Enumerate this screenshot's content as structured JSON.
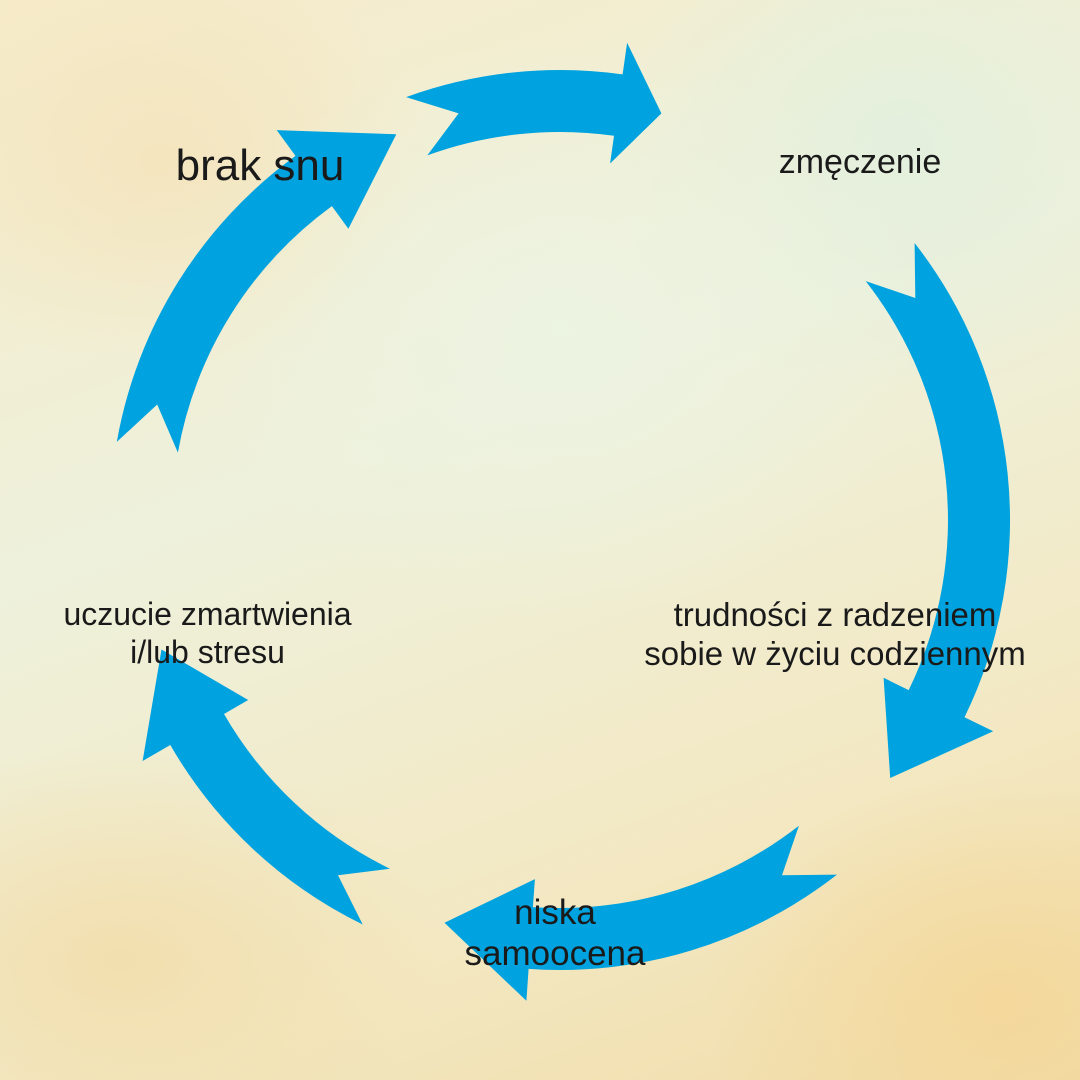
{
  "diagram": {
    "accent_color": "#00a3df",
    "nodes": [
      {
        "lines": [
          "brak snu"
        ]
      },
      {
        "lines": [
          "zmęczenie"
        ]
      },
      {
        "lines": [
          "trudności z radzeniem",
          "sobie w życiu codziennym"
        ]
      },
      {
        "lines": [
          "niska",
          "samoocena"
        ]
      },
      {
        "lines": [
          "uczucie zmartwienia",
          "i/lub stresu"
        ]
      }
    ],
    "arrow_icons": [
      "curved-arrow",
      "curved-arrow",
      "curved-arrow",
      "curved-arrow",
      "curved-arrow"
    ]
  }
}
